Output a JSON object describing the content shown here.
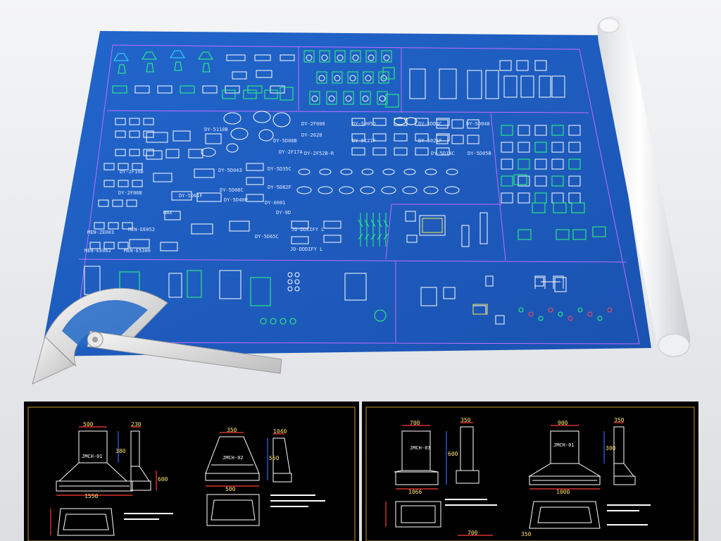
{
  "blueprint": {
    "labels": [
      "DY-2F006",
      "DY-2628",
      "DY-2F52B-R",
      "DY-5005D",
      "DY-5121F",
      "DY-5DD4C",
      "DY-5021F",
      "DY-5D048",
      "DY-5D14C",
      "DY-5D05B",
      "DY-5110B",
      "DY-2F14B",
      "DY-2F06B",
      "DY-5D08B",
      "DY-5D043",
      "DY-5D08C",
      "DY-5D82F",
      "DY-5D35C",
      "DY-5D61F",
      "DY-5D40P",
      "DY-2F17A",
      "DY-0001",
      "MEN-ZE003",
      "MEN-EE052",
      "MEN-EE062",
      "MEN-E5306",
      "MAX",
      "DY-5D65C",
      "JD-DDEIFY L",
      "JD-DDDIFY L",
      "DY-9D"
    ],
    "colors": {
      "blueprint_bg": "#1d5cc2",
      "frame_line": "#c06cff",
      "symbol_white": "#ffffff",
      "symbol_green": "#2cff7a",
      "symbol_cyan": "#33e1ff",
      "symbol_red": "#ff4a4a",
      "symbol_yellow": "#ffe94a"
    }
  },
  "drawings": {
    "dimensions_left": [
      "500",
      "230",
      "1550",
      "380",
      "600",
      "350",
      "1040",
      "500",
      "550"
    ],
    "dimensions_right": [
      "700",
      "350",
      "1066",
      "600",
      "900",
      "350",
      "1000",
      "300",
      "700",
      "350"
    ],
    "hood_tags": [
      "JMCH-01",
      "JMCH-02",
      "JMCH-03",
      "JMCH-01"
    ],
    "colors": {
      "panel_bg": "#000000",
      "frame": "#c89a30",
      "outline": "#ffffff",
      "dim_line": "#ff3b3b",
      "dim_blue": "#3a64ff",
      "dim_text": "#ffe26a"
    }
  }
}
